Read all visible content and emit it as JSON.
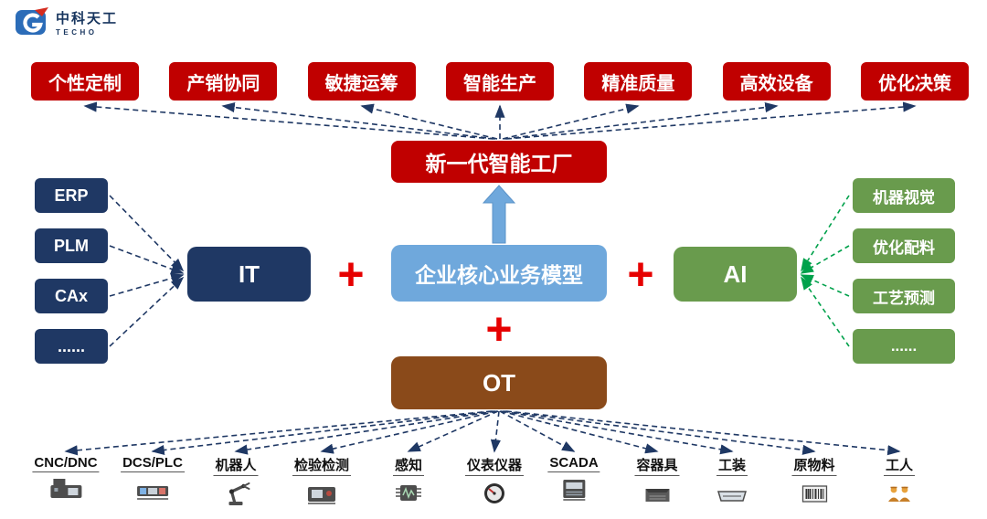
{
  "logo": {
    "name": "中科天工",
    "sub": "TECHO",
    "icon": "techo-logo"
  },
  "capabilities": [
    "个性定制",
    "产销协同",
    "敏捷运筹",
    "智能生产",
    "精准质量",
    "高效设备",
    "优化决策"
  ],
  "factory": {
    "label": "新一代智能工厂"
  },
  "it": {
    "label": "IT",
    "sources": [
      "ERP",
      "PLM",
      "CAx",
      "......"
    ]
  },
  "core": {
    "label": "企业核心业务模型"
  },
  "ai": {
    "label": "AI",
    "capabilities": [
      "机器视觉",
      "优化配料",
      "工艺预测",
      "......"
    ]
  },
  "ot": {
    "label": "OT"
  },
  "plus": "+",
  "devices": [
    {
      "label": "CNC/DNC",
      "icon": "cnc-machine-icon"
    },
    {
      "label": "DCS/PLC",
      "icon": "plc-controller-icon"
    },
    {
      "label": "机器人",
      "icon": "robot-arm-icon"
    },
    {
      "label": "检验检测",
      "icon": "inspection-device-icon"
    },
    {
      "label": "感知",
      "icon": "sensor-icon"
    },
    {
      "label": "仪表仪器",
      "icon": "gauge-icon"
    },
    {
      "label": "SCADA",
      "icon": "scada-panel-icon"
    },
    {
      "label": "容器具",
      "icon": "container-icon"
    },
    {
      "label": "工装",
      "icon": "tooling-tray-icon"
    },
    {
      "label": "原物料",
      "icon": "raw-material-icon"
    },
    {
      "label": "工人",
      "icon": "workers-icon"
    }
  ],
  "colors": {
    "box_red": "#C00000",
    "navy": "#1F3864",
    "light_blue": "#6FA8DC",
    "green": "#699B4D",
    "green_arrow": "#00A14B",
    "brown": "#8A4A1A",
    "plus_red": "#E60000"
  }
}
